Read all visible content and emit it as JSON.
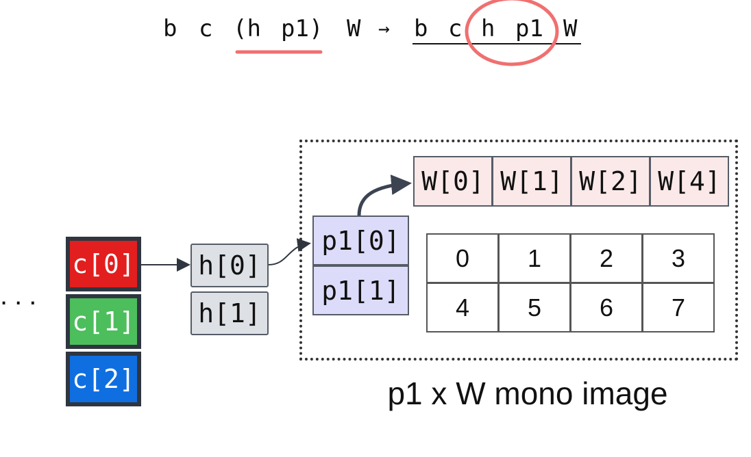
{
  "formula": {
    "tokens": [
      "b",
      "c",
      "(h",
      "p1)",
      "W",
      "→",
      "b",
      "c",
      "h",
      "p1",
      "W"
    ]
  },
  "channels": [
    "c[0]",
    "c[1]",
    "c[2]"
  ],
  "channel_colors": [
    "#e31e1e",
    "#4cbe5c",
    "#0f6fe0"
  ],
  "heights": [
    "h[0]",
    "h[1]"
  ],
  "patches": [
    "p1[0]",
    "p1[1]"
  ],
  "widths": [
    "W[0]",
    "W[1]",
    "W[2]",
    "W[4]"
  ],
  "grid": [
    [
      "0",
      "1",
      "2",
      "3"
    ],
    [
      "4",
      "5",
      "6",
      "7"
    ]
  ],
  "ellipsis": "...",
  "caption": "p1 x W mono image",
  "highlight_color": "#f07070"
}
